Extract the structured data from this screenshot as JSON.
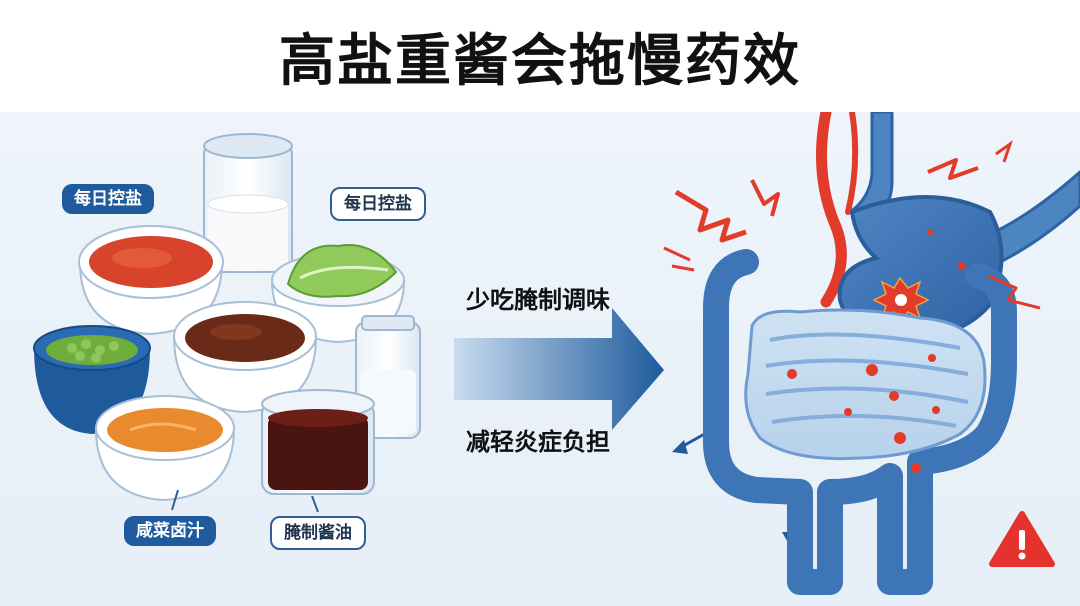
{
  "title": "高盐重酱会拖慢药效",
  "labels": {
    "tag_top_left": "每日控盐",
    "tag_top_right": "每日控盐",
    "tag_bottom_left": "咸菜卤汁",
    "tag_bottom_right": "腌制酱油"
  },
  "effects": {
    "upper": "少吃腌制调味",
    "lower": "减轻炎症负担"
  },
  "icons": {
    "warning": "warning-icon",
    "arrow": "right-arrow-icon"
  },
  "colors": {
    "primary_blue": "#1e5a9c",
    "inflammation_red": "#e23b2a",
    "warning_red": "#e5322d"
  }
}
